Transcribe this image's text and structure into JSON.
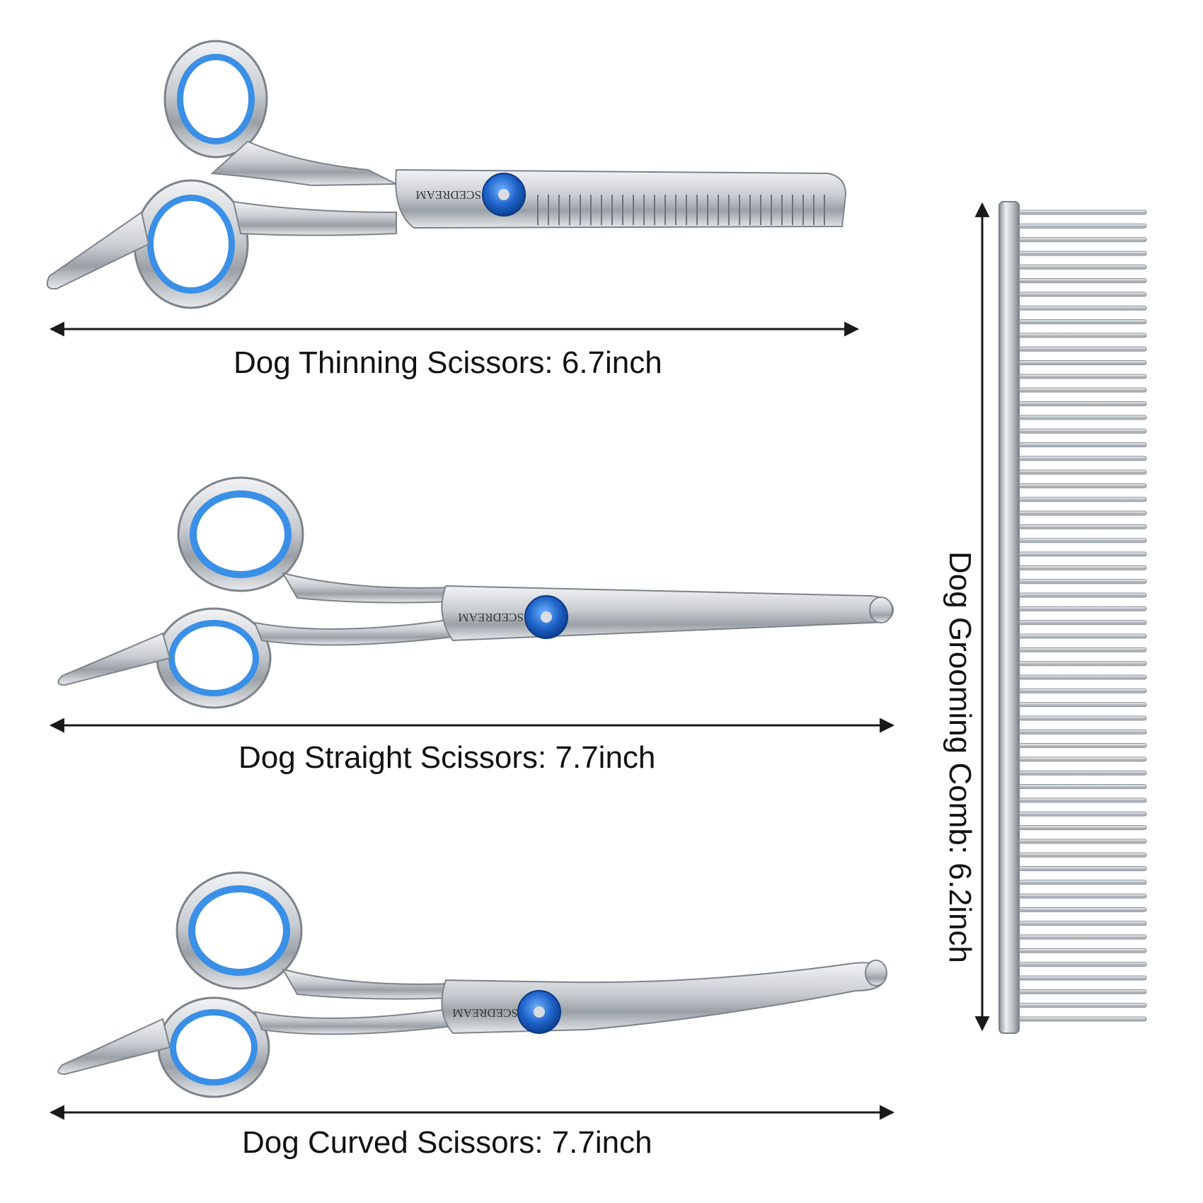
{
  "products": {
    "thinning": {
      "caption": "Dog Thinning Scissors: 6.7inch",
      "brand": "SCEDREAM"
    },
    "straight": {
      "caption": "Dog Straight Scissors: 7.7inch",
      "brand": "SCEDREAM"
    },
    "curved": {
      "caption": "Dog Curved Scissors: 7.7inch",
      "brand": "SCEDREAM"
    },
    "comb": {
      "caption": "Dog Grooming Comb: 6.2inch"
    }
  },
  "colors": {
    "steel": "#c9cdd2",
    "steel_dark": "#7d8389",
    "ring_blue": "#3a8fe6",
    "screw_blue": "#1f63c9",
    "arrow": "#1a1a1a",
    "text": "#111111"
  }
}
